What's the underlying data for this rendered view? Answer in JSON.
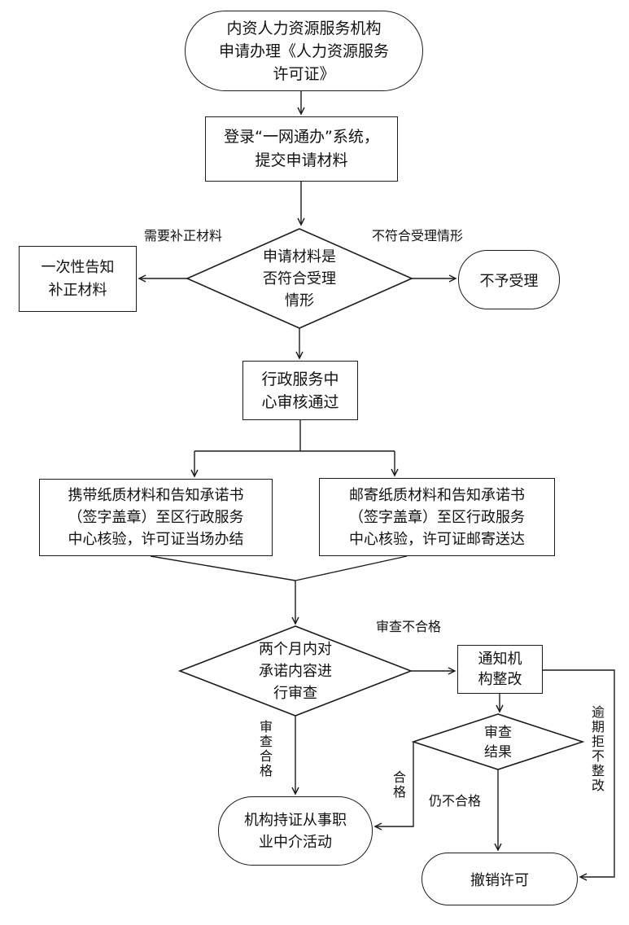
{
  "flowchart": {
    "nodes": {
      "start": {
        "label": "内资人力资源服务机构\n申请办理《人力资源服务\n许可证》"
      },
      "submit": {
        "label": "登录“一网通办”系统，\n提交申请材料"
      },
      "accept_decision": {
        "label": "申请材料是\n否符合受理\n情形"
      },
      "correct": {
        "label": "一次性告知\n补正材料"
      },
      "reject": {
        "label": "不予受理"
      },
      "approve": {
        "label": "行政服务中\n心审核通过"
      },
      "bring": {
        "label": "携带纸质材料和告知承诺书\n（签字盖章）至区行政服务\n中心核验，许可证当场办结"
      },
      "mail": {
        "label": "邮寄纸质材料和告知承诺书\n（签字盖章）至区行政服务\n中心核验，许可证邮寄送达"
      },
      "review_decision": {
        "label": "两个月内对\n承诺内容进\n行审查"
      },
      "rectify": {
        "label": "通知机\n构整改"
      },
      "result_decision": {
        "label": "审查\n结果"
      },
      "license": {
        "label": "机构持证从事职\n业中介活动"
      },
      "revoke": {
        "label": "撤销许可"
      }
    },
    "edge_labels": {
      "need_correction": "需要补正材料",
      "not_acceptable": "不符合受理情形",
      "review_fail": "审查不合格",
      "review_pass": "审查合格",
      "pass": "合格",
      "still_fail": "仍不合格",
      "overdue_refuse": "逾期拒不整改"
    },
    "colors": {
      "line": "#1c1c1c",
      "background": "#ffffff",
      "text": "#111111"
    }
  }
}
